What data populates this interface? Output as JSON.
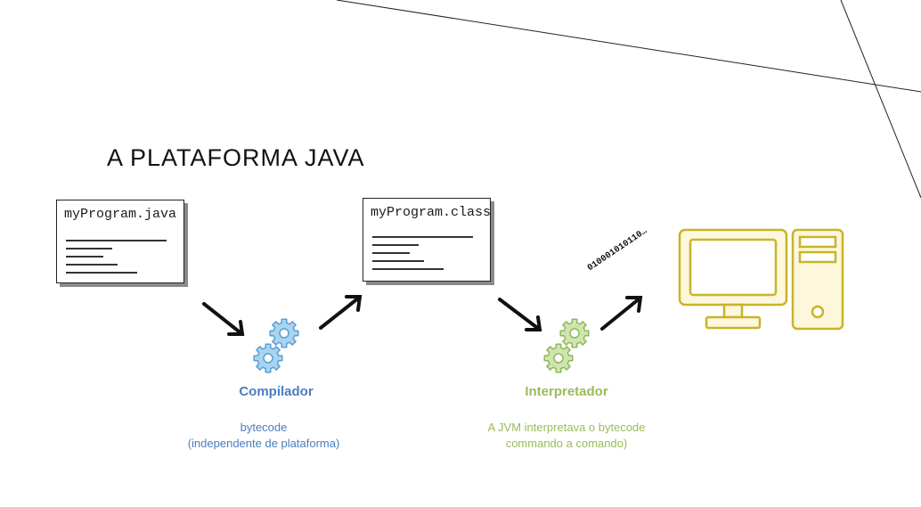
{
  "title": "A PLATAFORMA JAVA",
  "source_file": {
    "name": "myProgram.java"
  },
  "compiled_file": {
    "name": "myProgram.class"
  },
  "compiler": {
    "label": "Compilador",
    "note_line1": "bytecode",
    "note_line2": "(independente de plataforma)",
    "color": "#4a7ebf",
    "gear_color": "#a9d4ef",
    "gear_stroke": "#5a9ed4"
  },
  "interpreter": {
    "label": "Interpretador",
    "note_line1": "A JVM interpretava o bytecode",
    "note_line2": "commando a comando)",
    "color": "#9bbb59",
    "gear_color": "#cfe5b0",
    "gear_stroke": "#8fb85a"
  },
  "binary_output": "010001010110…",
  "computer": {
    "icon": "desktop-computer-icon",
    "color": "#c8b428",
    "fill": "#fdf7dc"
  }
}
